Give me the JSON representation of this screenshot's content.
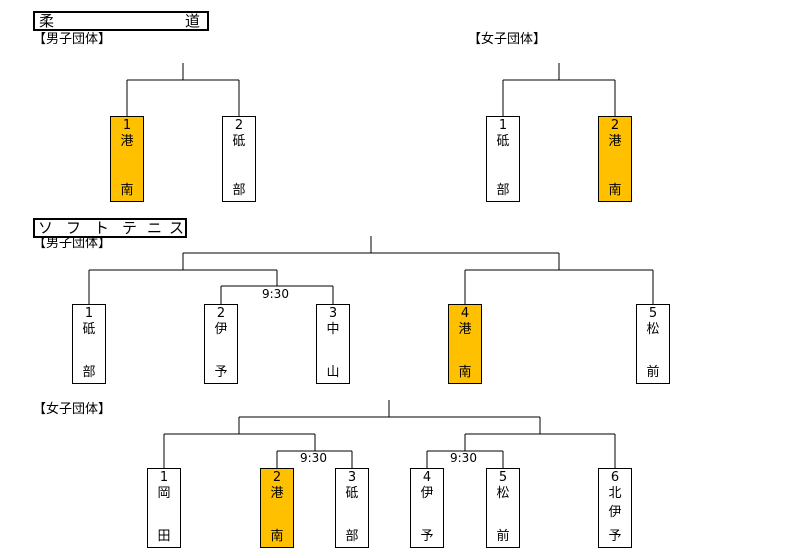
{
  "judo": {
    "title_left": "柔",
    "title_right": "道",
    "men_label": "【男子団体】",
    "women_label": "【女子団体】",
    "men_teams": [
      {
        "num": "1",
        "c1": "港",
        "c2": "南",
        "winner": true
      },
      {
        "num": "2",
        "c1": "砥",
        "c2": "部",
        "winner": false
      }
    ],
    "women_teams": [
      {
        "num": "1",
        "c1": "砥",
        "c2": "部",
        "winner": false
      },
      {
        "num": "2",
        "c1": "港",
        "c2": "南",
        "winner": true
      }
    ]
  },
  "tennis": {
    "title_chars": [
      "ソ",
      "フ",
      "ト",
      "テ",
      "ニ",
      "ス"
    ],
    "men_label": "【男子団体】",
    "women_label": "【女子団体】",
    "men_time": "9:30",
    "women_time_1": "9:30",
    "women_time_2": "9:30",
    "men_teams": [
      {
        "num": "1",
        "c1": "砥",
        "c2": "部",
        "winner": false
      },
      {
        "num": "2",
        "c1": "伊",
        "c2": "予",
        "winner": false
      },
      {
        "num": "3",
        "c1": "中",
        "c2": "山",
        "winner": false
      },
      {
        "num": "4",
        "c1": "港",
        "c2": "南",
        "winner": true
      },
      {
        "num": "5",
        "c1": "松",
        "c2": "前",
        "winner": false
      }
    ],
    "women_teams": [
      {
        "num": "1",
        "c1": "岡",
        "c2": "田",
        "winner": false
      },
      {
        "num": "2",
        "c1": "港",
        "c2": "南",
        "winner": true
      },
      {
        "num": "3",
        "c1": "砥",
        "c2": "部",
        "winner": false
      },
      {
        "num": "4",
        "c1": "伊",
        "c2": "予",
        "winner": false
      },
      {
        "num": "5",
        "c1": "松",
        "c2": "前",
        "winner": false
      },
      {
        "num": "6",
        "c1": "北",
        "c1b": "伊",
        "c2": "予",
        "winner": false
      }
    ]
  },
  "colors": {
    "winner": "#ffc000",
    "line": "#000000"
  }
}
